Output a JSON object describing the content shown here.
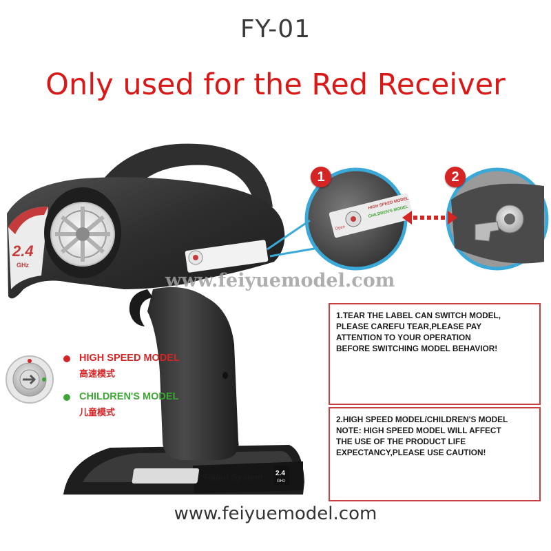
{
  "header": {
    "model_code": "FY-01",
    "headline": "Only used for the Red Receiver"
  },
  "watermark": "www.feiyuemodel.com",
  "footer": {
    "url": "www.feiyuemodel.com"
  },
  "transmitter": {
    "badge": "2.4",
    "badge_unit": "GHz",
    "base_label": "Radio System",
    "base_badge": "2.4",
    "base_badge_unit": "GHz",
    "sticker_lines": [
      "HIGH SPEED MODEL",
      "CHILDREN'S MODEL"
    ],
    "sticker_open": "Open"
  },
  "steps": [
    {
      "number": "1"
    },
    {
      "number": "2"
    }
  ],
  "modes": [
    {
      "en": "HIGH SPEED MODEL",
      "cn": "高速模式",
      "color": "#d42424"
    },
    {
      "en": "CHILDREN'S MODEL",
      "cn": "儿童模式",
      "color": "#3fa535"
    }
  ],
  "notes": [
    {
      "lines": [
        "1.TEAR THE LABEL CAN SWITCH MODEL,",
        "PLEASE CAREFU TEAR,PLEASE PAY",
        "ATTENTION TO YOUR OPERATION",
        "BEFORE SWITCHING MODEL BEHAVIOR!"
      ]
    },
    {
      "lines": [
        "2.HIGH SPEED MODEL/CHILDREN'S MODEL",
        "NOTE: HIGH SPEED MODEL WILL AFFECT",
        "THE USE OF THE PRODUCT LIFE",
        "EXPECTANCY,PLEASE USE CAUTION!"
      ]
    }
  ],
  "colors": {
    "headline": "#d91818",
    "accent_red": "#d42424",
    "accent_green": "#3fa535",
    "circle_ring": "#3aa9d8",
    "body_dark": "#2b2b2b"
  }
}
